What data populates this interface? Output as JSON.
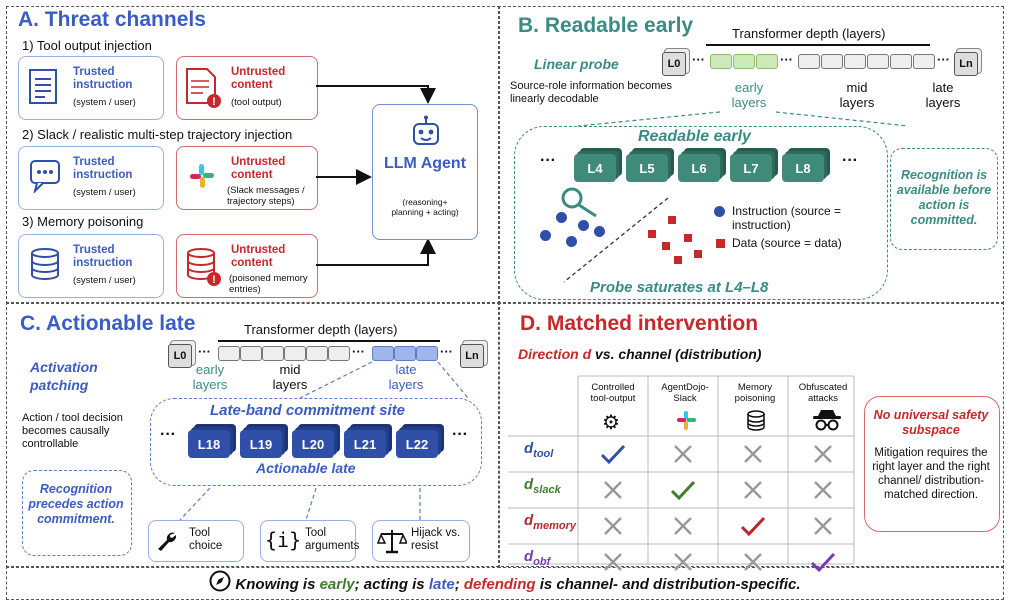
{
  "panelA": {
    "title": "A. Threat channels",
    "rows": [
      {
        "heading": "1) Tool output injection",
        "trusted_title": "Trusted instruction",
        "trusted_sub": "(system / user)",
        "untrusted_title": "Untrusted content",
        "untrusted_sub": "(tool output)"
      },
      {
        "heading": "2) Slack / realistic multi-step trajectory injection",
        "trusted_title": "Trusted instruction",
        "trusted_sub": "(system / user)",
        "untrusted_title": "Untrusted content",
        "untrusted_sub": "(Slack messages / trajectory steps)"
      },
      {
        "heading": "3) Memory poisoning",
        "trusted_title": "Trusted instruction",
        "trusted_sub": "(system / user)",
        "untrusted_title": "Untrusted content",
        "untrusted_sub": "(poisoned memory entries)"
      }
    ],
    "agent": {
      "title": "LLM Agent",
      "sub": "(reasoning+ planning + acting)"
    }
  },
  "panelB": {
    "title": "B. Readable early",
    "depth_label": "Transformer depth (layers)",
    "probe_label": "Linear probe",
    "probe_desc": "Source-role information becomes linearly decodable",
    "l0": "L0",
    "ln": "Ln",
    "early": "early layers",
    "mid": "mid layers",
    "late": "late layers",
    "zoom_title": "Readable early",
    "layers": [
      "L4",
      "L5",
      "L6",
      "L7",
      "L8"
    ],
    "legend_instr": "Instruction (source = instruction)",
    "legend_data": "Data (source = data)",
    "saturate": "Probe saturates at L4–L8",
    "callout": "Recognition is available before action is committed."
  },
  "panelC": {
    "title": "C. Actionable late",
    "depth_label": "Transformer depth (layers)",
    "patch_label": "Activation patching",
    "patch_desc": "Action / tool decision becomes causally controllable",
    "l0": "L0",
    "ln": "Ln",
    "early": "early layers",
    "mid": "mid layers",
    "late": "late layers",
    "band_title": "Late-band commitment site",
    "layers": [
      "L18",
      "L19",
      "L20",
      "L21",
      "L22"
    ],
    "band_sub": "Actionable late",
    "callout": "Recognition precedes action commitment.",
    "outputs": [
      "Tool choice",
      "Tool arguments",
      "Hijack vs. resist"
    ]
  },
  "panelD": {
    "title": "D. Matched intervention",
    "subtitle_dir": "Direction d",
    "subtitle_rest": "vs. channel (distribution)",
    "columns": [
      "Controlled tool-output",
      "AgentDojo-Slack",
      "Memory poisoning",
      "Obfuscated attacks"
    ],
    "rows": [
      {
        "base": "d",
        "sub": "tool",
        "color": "#2f4fa8",
        "cells": [
          "check",
          "cross",
          "cross",
          "cross"
        ]
      },
      {
        "base": "d",
        "sub": "slack",
        "color": "#3e7d2c",
        "cells": [
          "cross",
          "check",
          "cross",
          "cross"
        ]
      },
      {
        "base": "d",
        "sub": "memory",
        "color": "#b8262b",
        "cells": [
          "cross",
          "cross",
          "check",
          "cross"
        ]
      },
      {
        "base": "d",
        "sub": "obf",
        "color": "#7a3bb0",
        "cells": [
          "cross",
          "cross",
          "cross",
          "check"
        ]
      }
    ],
    "callout_title": "No universal safety subspace",
    "callout_body": "Mitigation requires the right layer and the right channel/ distribution-matched direction."
  },
  "footer": {
    "p1": "Knowing is ",
    "early": "early",
    "p2": "; acting is ",
    "late": "late",
    "p3": "; ",
    "defending": "defending",
    "p4": " is channel- and distribution-specific."
  },
  "colors": {
    "blue": "#3b5cc4",
    "green": "#3a8c83",
    "red": "#c6282b"
  }
}
